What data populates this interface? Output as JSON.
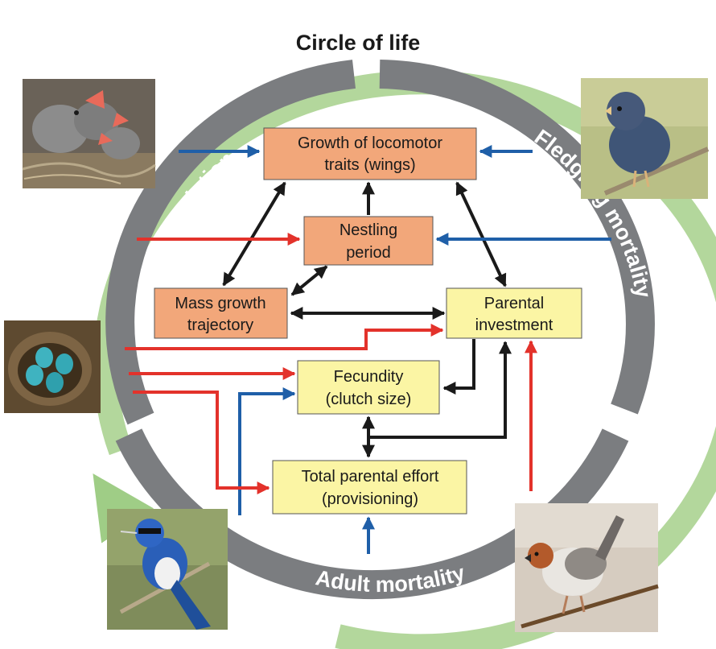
{
  "title": "Circle of  life",
  "ring_labels": {
    "nest_predation": "Nest predation",
    "fledgling_mortality": "Fledgling mortality",
    "adult_mortality": "Adult mortality"
  },
  "boxes": {
    "locomotor": [
      "Growth of locomotor",
      "traits (wings)"
    ],
    "nestling": [
      "Nestling",
      "period"
    ],
    "mass": [
      "Mass growth",
      "trajectory"
    ],
    "parental": [
      "Parental",
      "investment"
    ],
    "fecundity": [
      "Fecundity",
      "(clutch size)"
    ],
    "effort": [
      "Total parental effort",
      "(provisioning)"
    ]
  },
  "colors": {
    "orange_box": "#f2a77a",
    "yellow_box": "#fbf5a4",
    "ring_gray": "#7b7d80",
    "green_cycle": "#b3d79c",
    "red_arrow": "#e3322b",
    "blue_arrow": "#1f5fa8",
    "black_arrow": "#1a1a1a"
  },
  "photos": [
    {
      "name": "nestlings-photo"
    },
    {
      "name": "fledgling-photo"
    },
    {
      "name": "eggs-nest-photo"
    },
    {
      "name": "blue-flycatcher-photo"
    },
    {
      "name": "rufous-headed-bird-photo"
    }
  ]
}
